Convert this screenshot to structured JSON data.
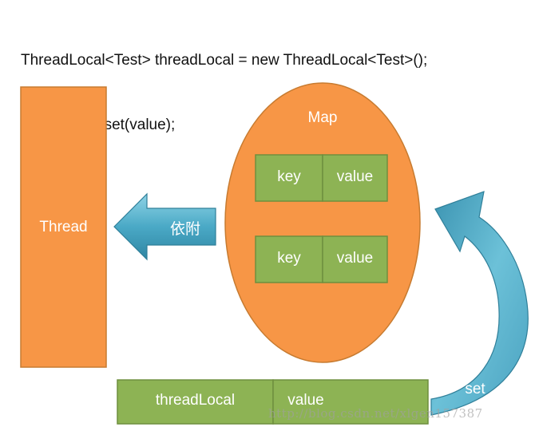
{
  "code": {
    "line1": "ThreadLocal<Test> threadLocal = new ThreadLocal<Test>();",
    "line2": "threadLocal.set(value);"
  },
  "thread": {
    "label": "Thread"
  },
  "map": {
    "title": "Map",
    "entries": [
      {
        "key": "key",
        "value": "value"
      },
      {
        "key": "key",
        "value": "value"
      }
    ]
  },
  "arrow_attach": {
    "label": "依附"
  },
  "threadlocal_box": {
    "key": "threadLocal",
    "value": "value"
  },
  "arrow_set": {
    "label": "set"
  },
  "watermark": {
    "text": "http://blog.csdn.net/xlgen157387"
  },
  "colors": {
    "orange": "#f79646",
    "orange_border": "#c77b30",
    "green": "#8db354",
    "green_border": "#6f8f3f",
    "teal_light": "#6cc1d8",
    "teal_dark": "#2f86a3"
  }
}
